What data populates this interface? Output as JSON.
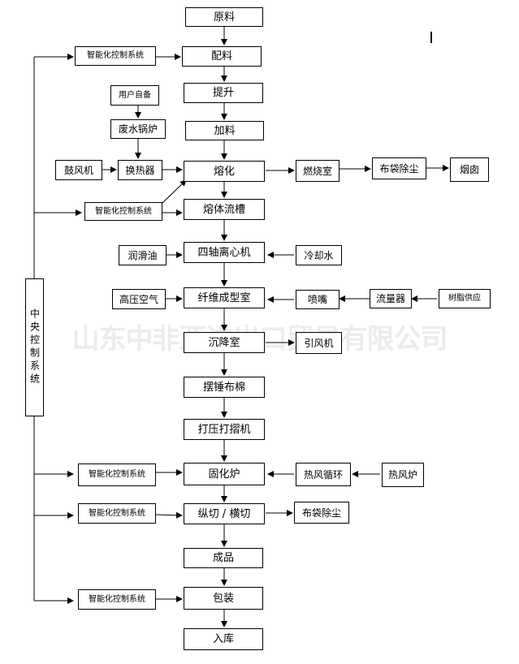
{
  "watermark": "山东中非亚进出口贸易有限公司",
  "central_control": "中央控制系统",
  "main_steps": {
    "raw": "原料",
    "batch": "配料",
    "lift": "提升",
    "feed": "加料",
    "melt": "熔化",
    "channel": "熔体流槽",
    "spinner": "四轴离心机",
    "forming": "纤维成型室",
    "settling": "沉降室",
    "pendulum": "摆锤布棉",
    "crimper": "打压打摺机",
    "curing": "固化炉",
    "cutting": "纵切 / 横切",
    "product": "成品",
    "packing": "包装",
    "storage": "入库"
  },
  "left_inputs": {
    "user_supplied": "用户自备",
    "waste_boiler": "废水锅炉",
    "blower": "鼓风机",
    "heat_exchanger": "换热器",
    "lube_oil": "润滑油",
    "hp_air": "高压空气"
  },
  "right_branches": {
    "combustion": "燃烧室",
    "bag_dust_1": "布袋除尘",
    "chimney": "烟囱",
    "cooling_water": "冷却水",
    "nozzle": "喷嘴",
    "flowmeter": "流量器",
    "resin_supply": "树脂供应",
    "induced_fan": "引风机",
    "hot_air_circ": "热风循环",
    "hot_air_furnace": "热风炉",
    "bag_dust_2": "布袋除尘"
  },
  "smart_control": "智能化控制系统"
}
